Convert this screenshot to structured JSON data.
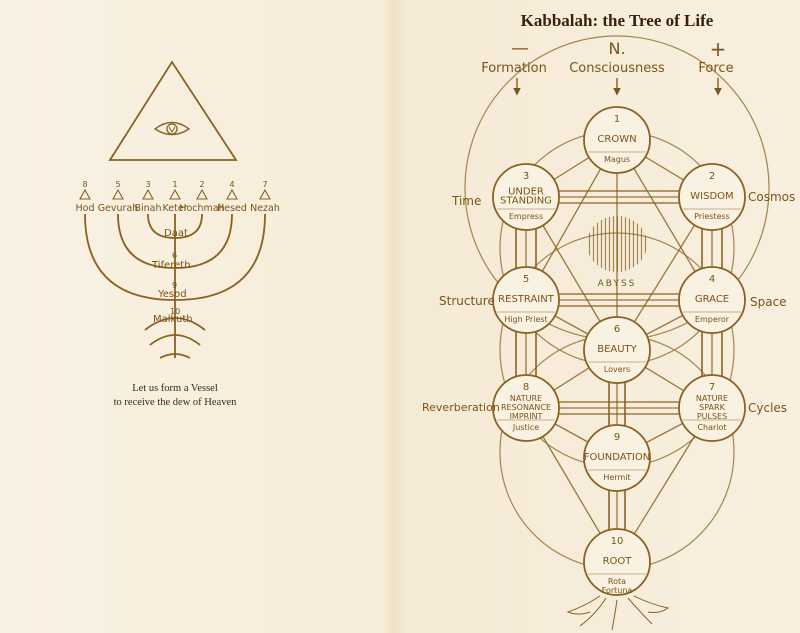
{
  "title": "Kabbalah: the Tree of Life",
  "top_labels": {
    "left_symbol": "—",
    "center_symbol": "N.",
    "right_symbol": "+",
    "left": "Formation",
    "center": "Consciousness",
    "right": "Force"
  },
  "side_labels": [
    "Time",
    "Cosmos",
    "Structure",
    "Space",
    "Reverberation",
    "Cycles"
  ],
  "sephirot": [
    {
      "number": "1",
      "name": "CROWN",
      "card": "Magus"
    },
    {
      "number": "2",
      "name": "WISDOM",
      "card": "Priestess"
    },
    {
      "number": "3",
      "name": "UNDER STANDING",
      "card": "Empress"
    },
    {
      "number": "4",
      "name": "GRACE",
      "card": "Emperor"
    },
    {
      "number": "5",
      "name": "RESTRAINT",
      "card": "High Priest"
    },
    {
      "number": "6",
      "name": "BEAUTY",
      "card": "Lovers"
    },
    {
      "number": "7",
      "name": "NATURE SPARK PULSES",
      "card": "Chariot"
    },
    {
      "number": "8",
      "name": "NATURE RESONANCE IMPRINT",
      "card": "Justice"
    },
    {
      "number": "9",
      "name": "FOUNDATION",
      "card": "Hermit"
    },
    {
      "number": "10",
      "name": "ROOT",
      "card": "Rota Fortuna"
    }
  ],
  "abyss_label": "ABYSS",
  "menorah": {
    "branches": [
      {
        "number": "8",
        "name": "Hod"
      },
      {
        "number": "5",
        "name": "Gevurah"
      },
      {
        "number": "3",
        "name": "Binah"
      },
      {
        "number": "1",
        "name": "Keter"
      },
      {
        "number": "2",
        "name": "Hochmah"
      },
      {
        "number": "4",
        "name": "Hesed"
      },
      {
        "number": "7",
        "name": "Nezah"
      }
    ],
    "stem": [
      {
        "name": "Daat"
      },
      {
        "number": "6",
        "name": "Tifereth"
      },
      {
        "number": "9",
        "name": "Yesod"
      },
      {
        "number": "10",
        "name": "Malkuth"
      }
    ]
  },
  "caption_line1": "Let us form a Vessel",
  "caption_line2": "to receive the dew of Heaven",
  "colors": {
    "ink": "#8a6222",
    "title": "#3a220a",
    "paper": "#f7eedd"
  }
}
